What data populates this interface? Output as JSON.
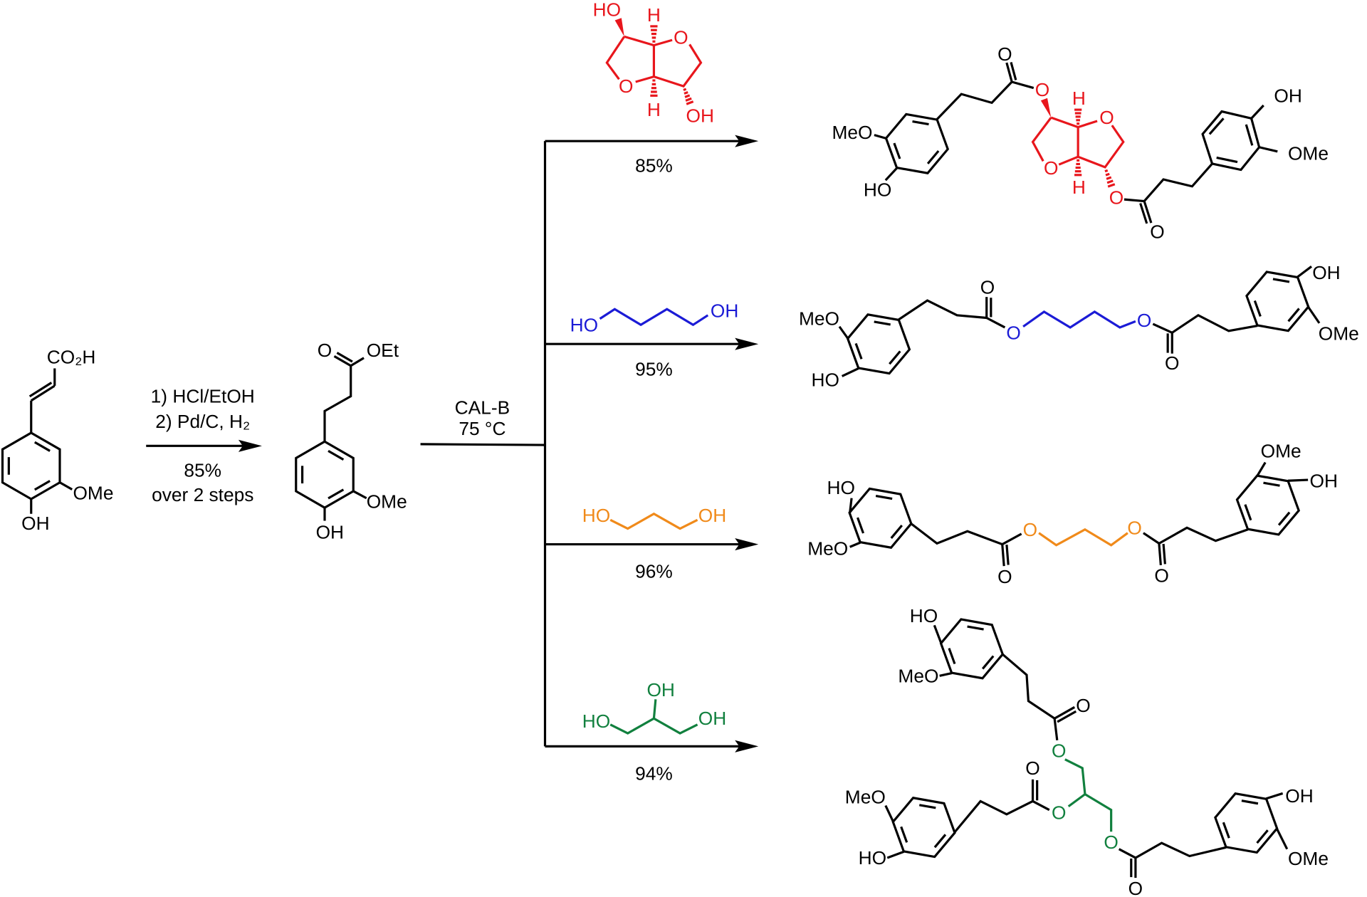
{
  "colors": {
    "black": "#000000",
    "isosorbide": "#e8161c",
    "butanediol": "#1b1bd6",
    "propanediol": "#f08a1a",
    "glycerol": "#11803e"
  },
  "step1": {
    "conditions": [
      "1) HCl/EtOH",
      "2) Pd/C, H₂",
      "85%",
      "over 2 steps"
    ]
  },
  "step2": {
    "catalyst": "CAL-B",
    "temperature": "75 °C"
  },
  "yields": [
    "85%",
    "95%",
    "96%",
    "94%"
  ],
  "molecules": {
    "ferulic_acid": {
      "labels": [
        "CO₂H",
        "OMe",
        "OH"
      ]
    },
    "ethyl_ester": {
      "labels": [
        "O",
        "OEt",
        "OMe",
        "OH"
      ]
    },
    "isosorbide": {
      "labels": [
        "HO",
        "H",
        "O",
        "O",
        "H",
        "OH"
      ]
    },
    "butanediol": {
      "labels": [
        "HO",
        "OH"
      ]
    },
    "propanediol": {
      "labels": [
        "HO",
        "OH"
      ]
    },
    "glycerol": {
      "labels": [
        "HO",
        "OH",
        "OH"
      ]
    },
    "product_isosorbide": {
      "labels": [
        "O",
        "O",
        "H",
        "O",
        "O",
        "H",
        "O",
        "O",
        "MeO",
        "HO",
        "OH",
        "OMe"
      ]
    },
    "product_butanediol": {
      "labels": [
        "MeO",
        "HO",
        "O",
        "O",
        "O",
        "O",
        "OH",
        "OMe"
      ]
    },
    "product_propanediol": {
      "labels": [
        "HO",
        "MeO",
        "O",
        "O",
        "O",
        "O",
        "OMe",
        "OH"
      ]
    },
    "product_glycerol": {
      "labels": [
        "HO",
        "MeO",
        "O",
        "O",
        "O",
        "O",
        "O",
        "O",
        "MeO",
        "HO",
        "OH",
        "OMe"
      ]
    }
  }
}
